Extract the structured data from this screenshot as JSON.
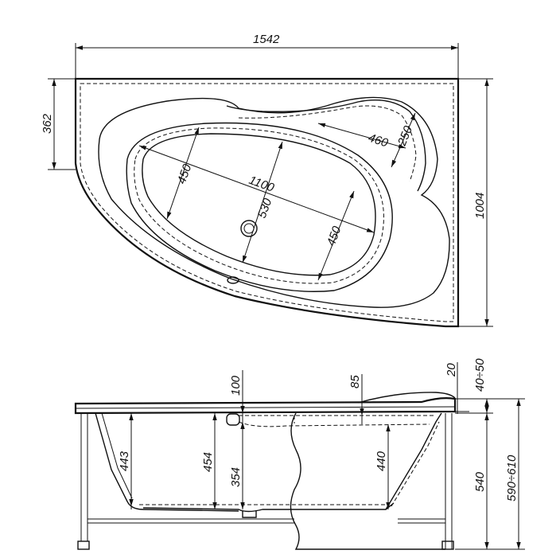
{
  "top_view": {
    "width_label": "1542",
    "depth_label": "1004",
    "short_side_label": "362",
    "inner_length_label": "1100",
    "inner_width_label": "530",
    "head_width_label": "450",
    "foot_width_label": "450",
    "seat_length_label": "460",
    "seat_width_label": "250"
  },
  "side_view": {
    "rim_label": "100",
    "seat_depth_label": "85",
    "rim_thickness_label": "20",
    "panel_gap_label": "40÷50",
    "apron_height_label": "540",
    "total_height_label": "590÷610",
    "outer_depth_label": "443",
    "water_depth_label": "454",
    "inner_depth_label": "354",
    "foot_depth_label": "440"
  }
}
